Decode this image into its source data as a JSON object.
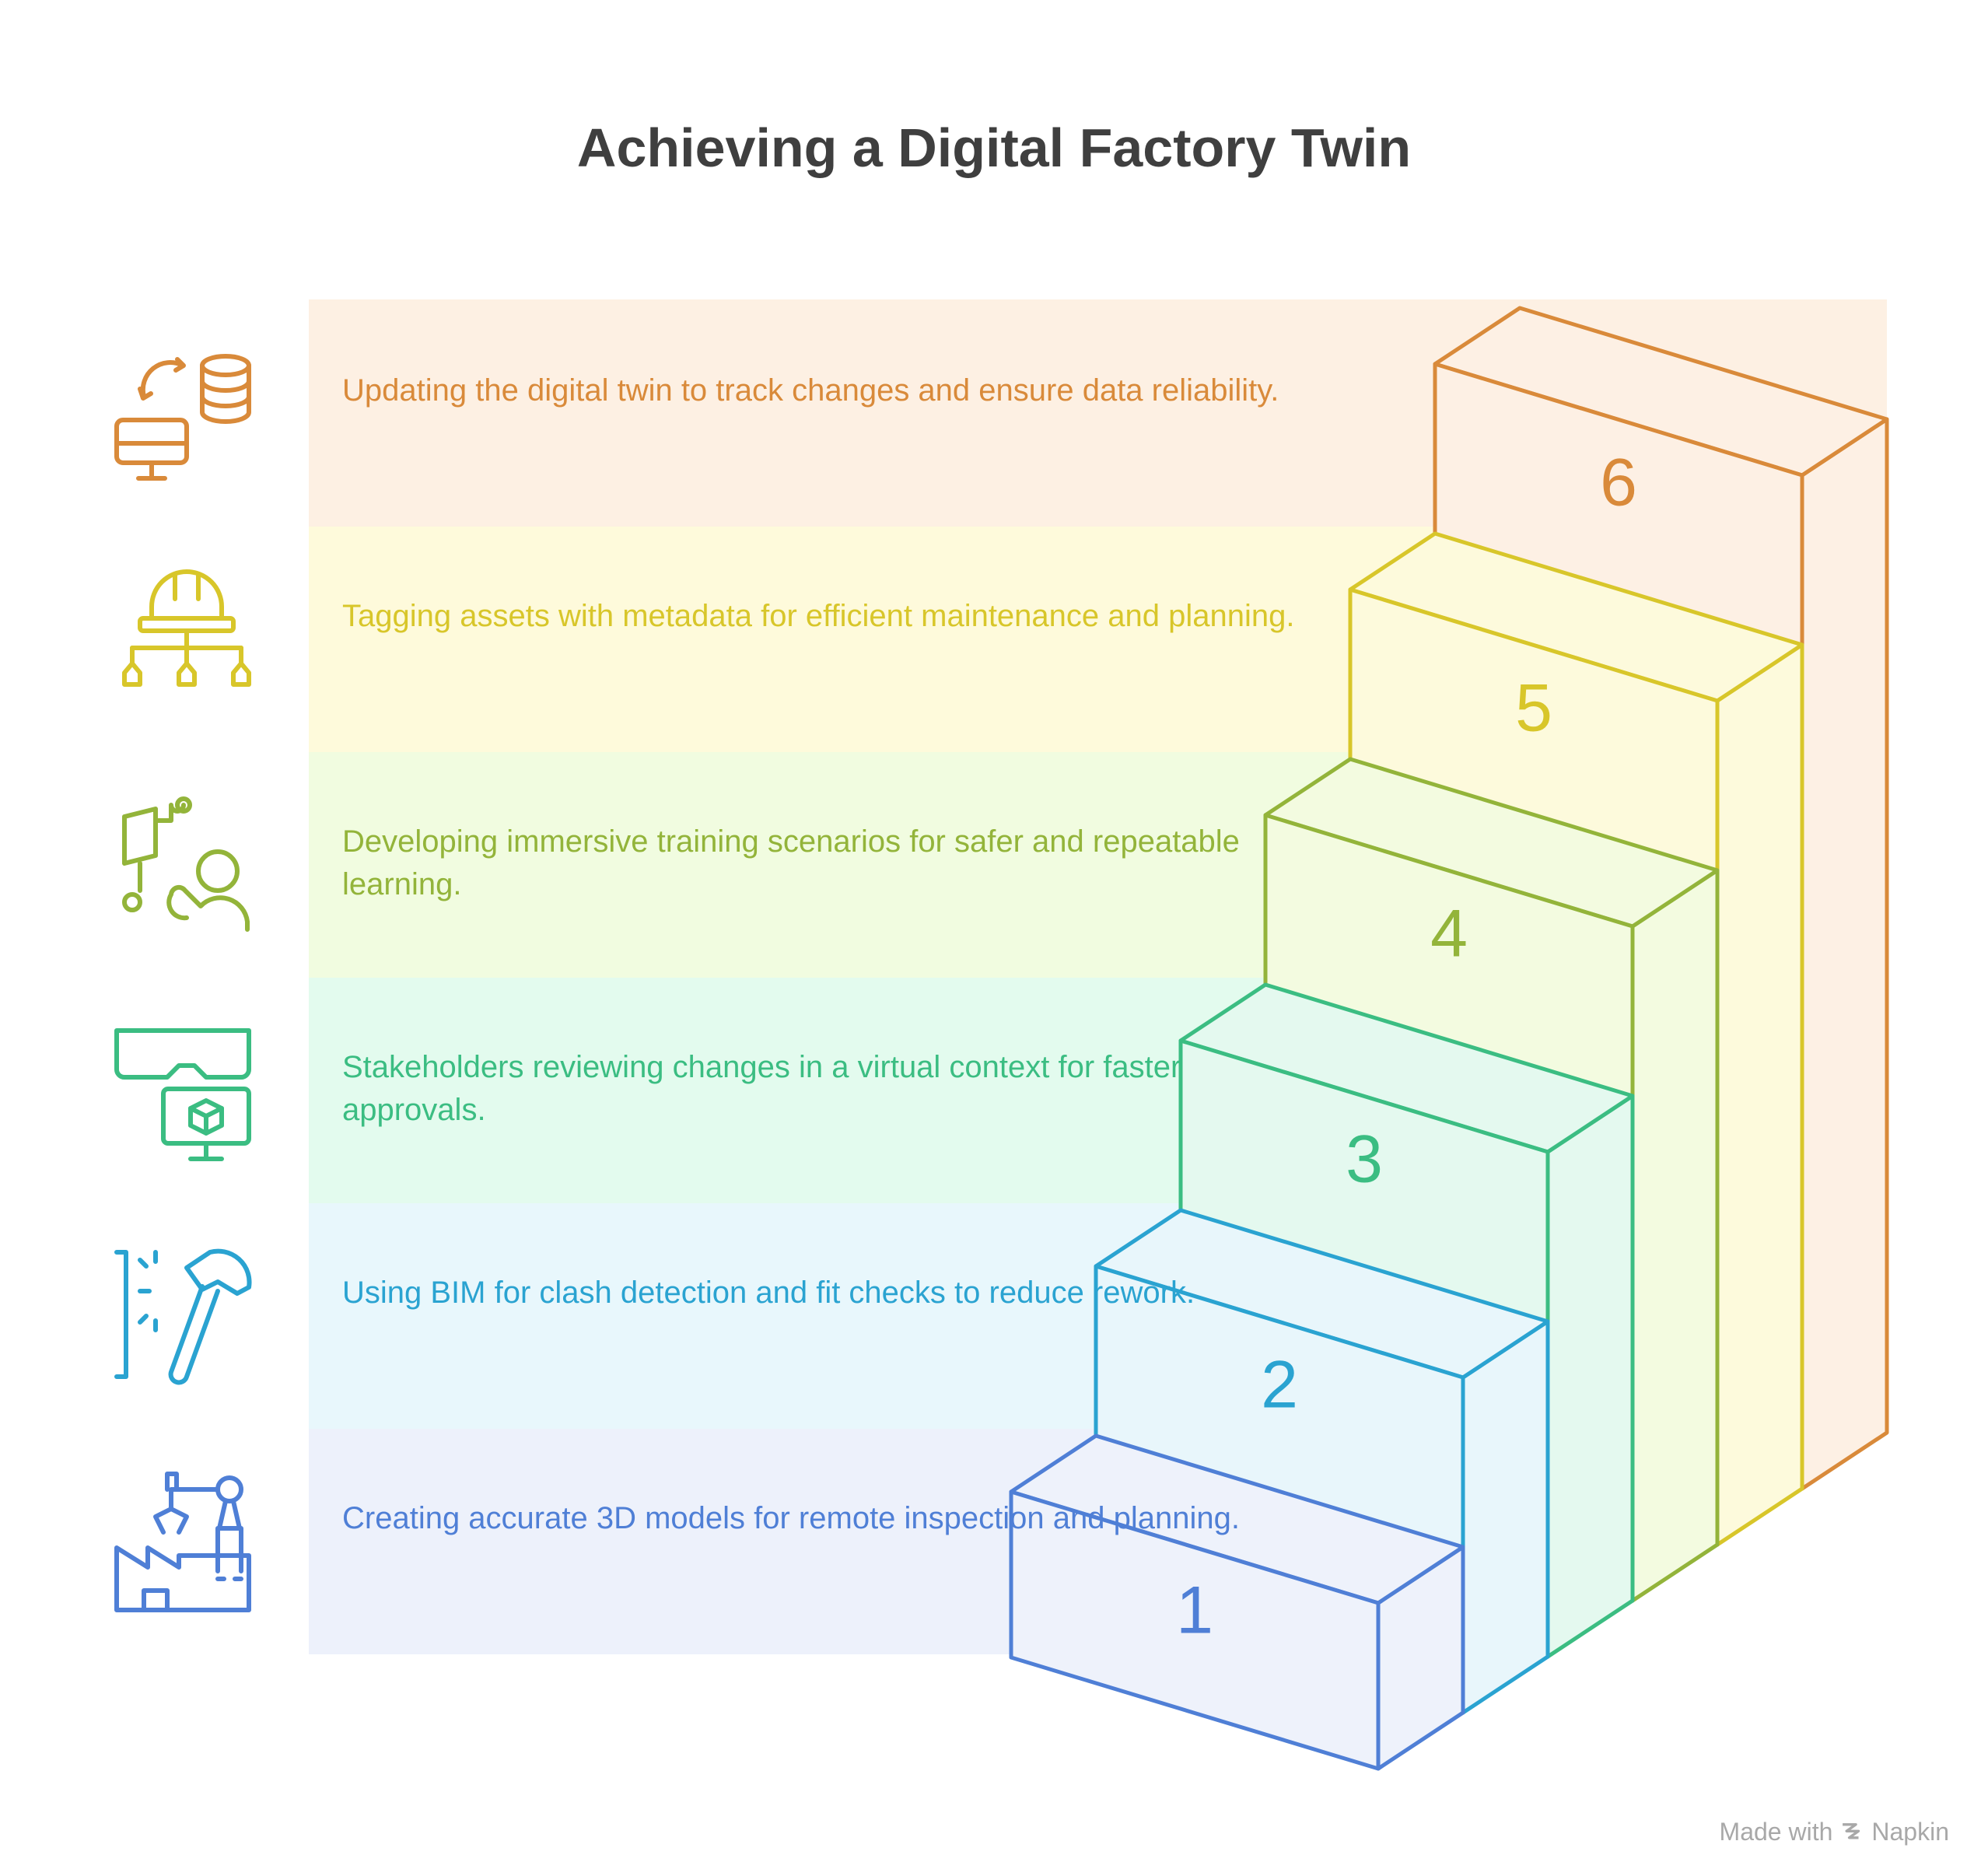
{
  "title": "Achieving a Digital Factory Twin",
  "steps": [
    {
      "number": "1",
      "text": "Creating accurate 3D models for remote inspection and planning.",
      "icon": "factory-robot-arm-icon",
      "color": "#4f7fd6",
      "fill": "#eef2fb",
      "band": "#edf1fb"
    },
    {
      "number": "2",
      "text": "Using BIM for clash detection and fit checks to reduce rework.",
      "icon": "hammer-wall-icon",
      "color": "#2aa3d1",
      "fill": "#e8f6fb",
      "band": "#e8f7fc"
    },
    {
      "number": "3",
      "text": "Stakeholders reviewing changes in a virtual context for faster approvals.",
      "icon": "vr-headset-monitor-icon",
      "color": "#3bbd82",
      "fill": "#e4f9ef",
      "band": "#e3fbee"
    },
    {
      "number": "4",
      "text": "Developing immersive training scenarios for safer and repeatable learning.",
      "icon": "training-robot-person-icon",
      "color": "#93b43a",
      "fill": "#f3fbe0",
      "band": "#f1fce0"
    },
    {
      "number": "5",
      "text": "Tagging assets with metadata for efficient maintenance and planning.",
      "icon": "hardhat-hierarchy-icon",
      "color": "#d8c62a",
      "fill": "#fdfadc",
      "band": "#fefadb"
    },
    {
      "number": "6",
      "text": "Updating the digital twin to track changes and ensure data reliability.",
      "icon": "database-sync-monitor-icon",
      "color": "#d98a3a",
      "fill": "#fdf0e4",
      "band": "#fdf0e3"
    }
  ],
  "footer": {
    "made_with": "Made with",
    "brand": "Napkin"
  }
}
